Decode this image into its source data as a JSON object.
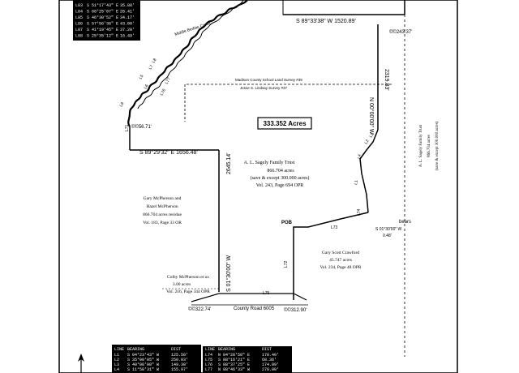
{
  "survey": {
    "title": "333.352 Acres",
    "bearings": {
      "north_line": "S 89°33'38\" W 1520.89'",
      "north_corner": "©©243.37'",
      "east_line": "2319.83'",
      "east_bearing": "N 00°00'00\" W",
      "middle_line": "S 89°29'32\" E 1656.48'",
      "west_corner": "©©56.71'",
      "south_line": "2645.14'",
      "south_bearing": "S 01°30'00\" W",
      "bearing_callout": "bears",
      "bearing_callout_value": "S 01°30'00\" W",
      "bearing_callout_dist": "0.48'",
      "sw_corner": "©©322.74'",
      "road_corner": "©©312.90'"
    },
    "survey_line": {
      "line1": "Madison County School Land Survey #39",
      "line2": "Jesse S. Lindsay Survey #37"
    },
    "river": "Middle Bedias Creek",
    "pob": "POB",
    "road": "County Road 6005",
    "tracts": {
      "trust": {
        "name": "A. L. Sagely Family Trust",
        "acres": "866.704 acres",
        "note": "(save & except 300.000 acres)",
        "vol": "Vol. 243, Page 694 OPR"
      },
      "east_trust": {
        "name": "A. L. Sagely Family Trust",
        "acres": "866.704 acres",
        "note": "(save & except 300.000 acres)"
      },
      "mcpherson": {
        "name": "Gary McPherson and",
        "name2": "Hazel McPherson",
        "acres": "866.704 acres residue",
        "vol": "Vol. 183, Page 33 OR"
      },
      "crawford": {
        "name": "Gary Scott Crawford",
        "acres": "45.747 acres",
        "vol": "Vol. 234, Page 48 OPR"
      },
      "colby": {
        "name": "Colby McPherson et ux",
        "acres": "3.00 acres",
        "vol": "Vol. 216, Page 344 OPR"
      }
    },
    "line_labels": [
      "L1",
      "L2",
      "L3",
      "L4",
      "L5",
      "L6",
      "L7",
      "L8",
      "L9",
      "L71",
      "L72",
      "L73",
      "L74",
      "L75",
      "L76",
      "L77"
    ],
    "tables": {
      "top_left_rows": [
        [
          "L83",
          "S 51°17'43\" E",
          "35.88'"
        ],
        [
          "L84",
          "S 68°25'07\" E",
          "28.41'"
        ],
        [
          "L85",
          "S 46°30'52\" E",
          "34.17'"
        ],
        [
          "L86",
          "S 57°56'36\" E",
          "43.00'"
        ],
        [
          "L87",
          "S 41°19'45\" E",
          "37.20'"
        ],
        [
          "L88",
          "S 25°35'12\" E",
          "16.49'"
        ]
      ],
      "bottom_header": [
        "LINE",
        "BEARING",
        "DIST"
      ],
      "bottom_left_rows": [
        [
          "L1",
          "S 04°23'43\" W",
          "125.50'"
        ],
        [
          "L2",
          "S 35°00'05\" W",
          "250.03'"
        ],
        [
          "L3",
          "S 40°08'00\" W",
          "149.30'"
        ],
        [
          "L4",
          "S 11°58'31\" W",
          "155.97'"
        ]
      ],
      "bottom_right_rows": [
        [
          "L74",
          "N 84°28'58\" E",
          "170.40'"
        ],
        [
          "L75",
          "S 88°16'21\" E",
          "68.36'"
        ],
        [
          "L76",
          "S 88°37'25\" E",
          "174.09'"
        ],
        [
          "L77",
          "N 88°46'33\" W",
          "278.00'"
        ]
      ]
    }
  },
  "colors": {
    "ink": "#000000",
    "paper": "#ffffff"
  }
}
